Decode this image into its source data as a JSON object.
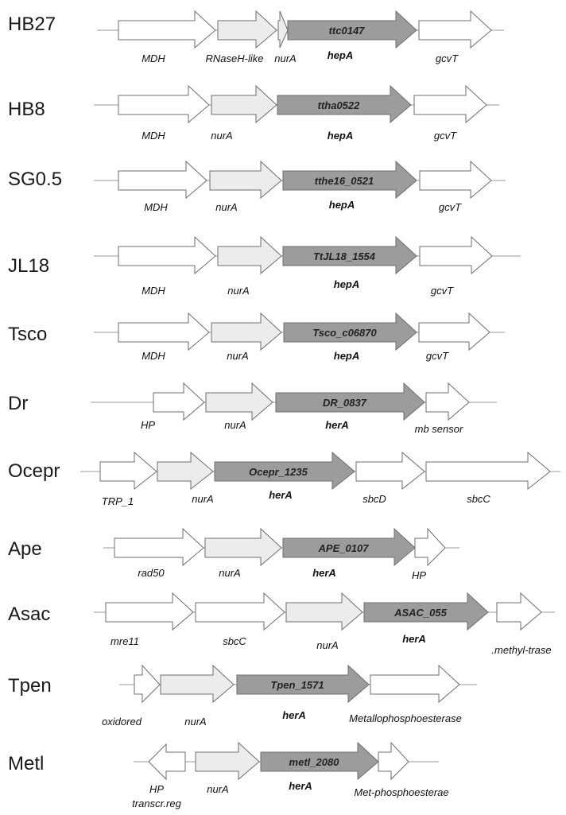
{
  "colors": {
    "white": "#ffffff",
    "light": "#ececec",
    "dark": "#9c9c9c",
    "stroke": "#6e6e6e",
    "line": "#9a9a9a"
  },
  "rows": [
    {
      "species": "HB27",
      "genes": [
        {
          "label": "MDH",
          "fill": "white"
        },
        {
          "label": "RNaseH-like",
          "fill": "light"
        },
        {
          "label": "nurA",
          "fill": "light"
        },
        {
          "inside": "ttc0147",
          "label": "hepA",
          "fill": "dark"
        },
        {
          "label": "gcvT",
          "fill": "white"
        }
      ]
    },
    {
      "species": "HB8",
      "genes": [
        {
          "label": "MDH",
          "fill": "white"
        },
        {
          "label": "nurA",
          "fill": "light"
        },
        {
          "inside": "ttha0522",
          "label": "hepA",
          "fill": "dark"
        },
        {
          "label": "gcvT",
          "fill": "white"
        }
      ]
    },
    {
      "species": "SG0.5",
      "genes": [
        {
          "label": "MDH",
          "fill": "white"
        },
        {
          "label": "nurA",
          "fill": "light"
        },
        {
          "inside": "tthe16_0521",
          "label": "hepA",
          "fill": "dark"
        },
        {
          "label": "gcvT",
          "fill": "white"
        }
      ]
    },
    {
      "species": "JL18",
      "genes": [
        {
          "label": "MDH",
          "fill": "white"
        },
        {
          "label": "nurA",
          "fill": "light"
        },
        {
          "inside": "TtJL18_1554",
          "label": "hepA",
          "fill": "dark"
        },
        {
          "label": "gcvT",
          "fill": "white"
        }
      ]
    },
    {
      "species": "Tsco",
      "genes": [
        {
          "label": "MDH",
          "fill": "white"
        },
        {
          "label": "nurA",
          "fill": "light"
        },
        {
          "inside": "Tsco_c06870",
          "label": "hepA",
          "fill": "dark"
        },
        {
          "label": "gcvT",
          "fill": "white"
        }
      ]
    },
    {
      "species": "Dr",
      "genes": [
        {
          "label": "HP",
          "fill": "white"
        },
        {
          "label": "nurA",
          "fill": "light"
        },
        {
          "inside": "DR_0837",
          "label": "herA",
          "fill": "dark"
        },
        {
          "label": "mb sensor",
          "fill": "white"
        }
      ]
    },
    {
      "species": "Ocepr",
      "genes": [
        {
          "label": "TRP_1",
          "fill": "white"
        },
        {
          "label": "nurA",
          "fill": "light"
        },
        {
          "inside": "Ocepr_1235",
          "label": "herA",
          "fill": "dark"
        },
        {
          "label": "sbcD",
          "fill": "white"
        },
        {
          "label": "sbcC",
          "fill": "white"
        }
      ]
    },
    {
      "species": "Ape",
      "genes": [
        {
          "label": "rad50",
          "fill": "white"
        },
        {
          "label": "nurA",
          "fill": "light"
        },
        {
          "inside": "APE_0107",
          "label": "herA",
          "fill": "dark"
        },
        {
          "label": "HP",
          "fill": "white"
        }
      ]
    },
    {
      "species": "Asac",
      "genes": [
        {
          "label": "mre11",
          "fill": "white"
        },
        {
          "label": "sbcC",
          "fill": "white"
        },
        {
          "label": "nurA",
          "fill": "light"
        },
        {
          "inside": "ASAC_055",
          "label": "herA",
          "fill": "dark"
        },
        {
          "label": ".methyl-trase",
          "fill": "white"
        }
      ]
    },
    {
      "species": "Tpen",
      "genes": [
        {
          "label": "oxidored",
          "fill": "white"
        },
        {
          "label": "nurA",
          "fill": "light"
        },
        {
          "inside": "Tpen_1571",
          "label": "herA",
          "fill": "dark"
        },
        {
          "label": "Metallophosphoesterase",
          "fill": "white"
        }
      ]
    },
    {
      "species": "Metl",
      "genes": [
        {
          "label": "HP",
          "fill": "white",
          "reverse": true
        },
        {
          "label": "transcr.reg",
          "fill": "white"
        },
        {
          "label": "nurA",
          "fill": "light"
        },
        {
          "inside": "metl_2080",
          "label": "herA",
          "fill": "dark"
        },
        {
          "label": "Met-phosphoesterae",
          "fill": "white"
        }
      ]
    }
  ]
}
